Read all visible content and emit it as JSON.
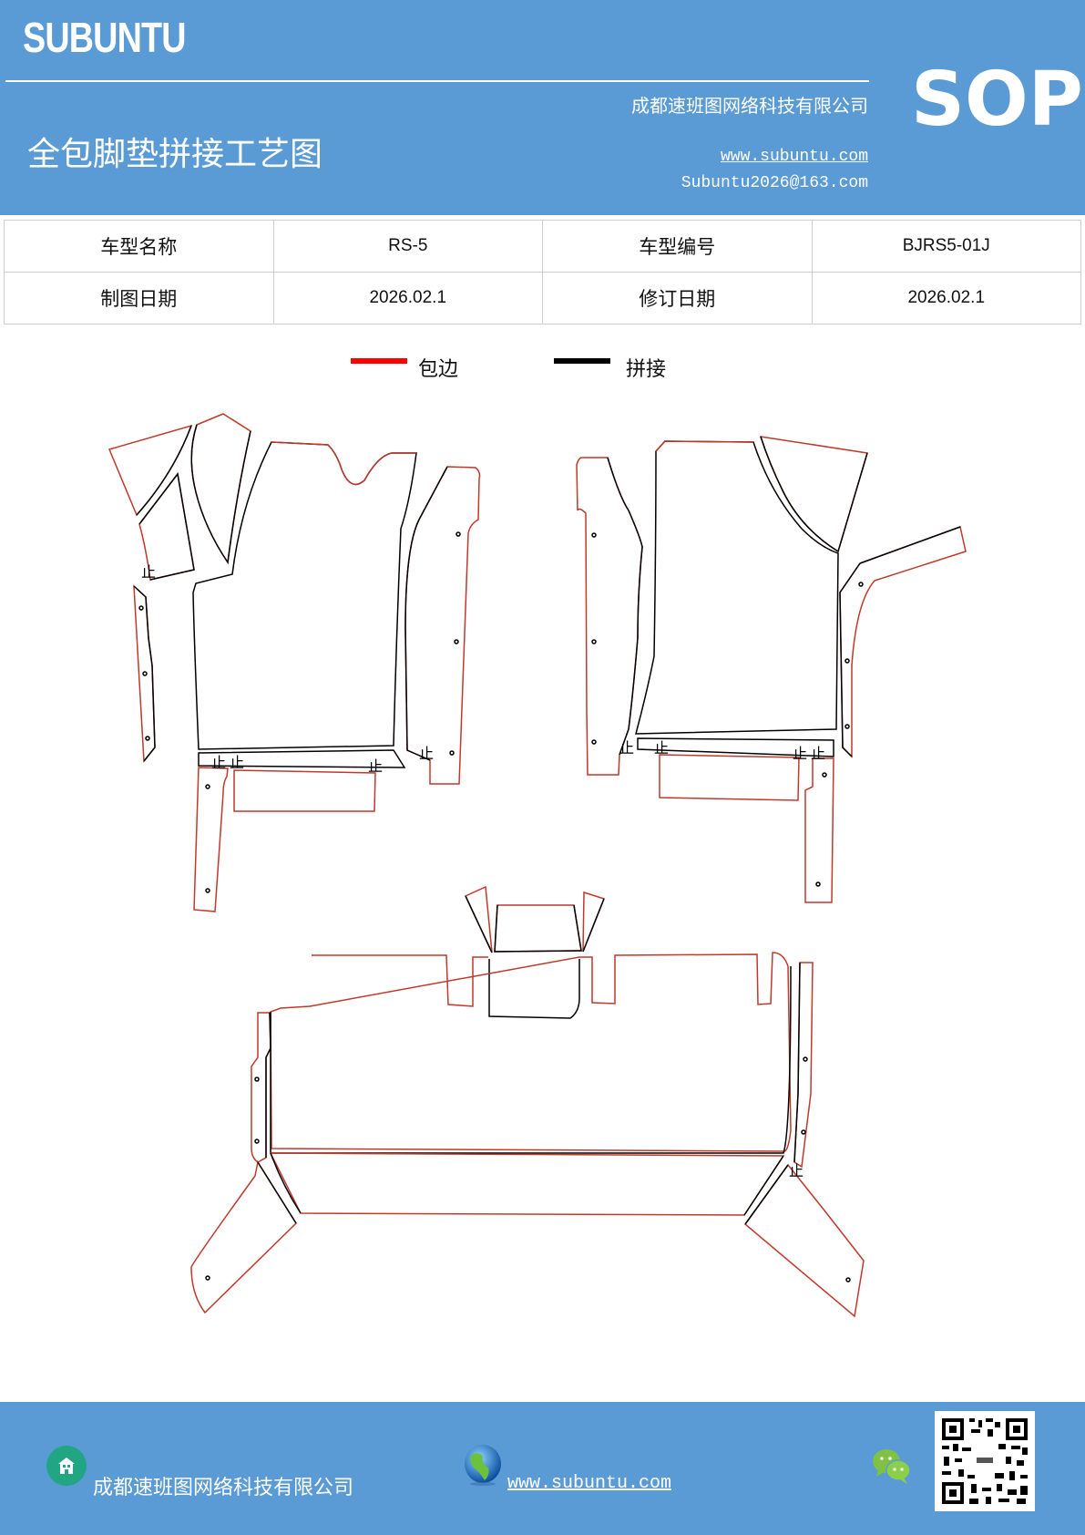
{
  "header": {
    "brand": "SUBUNTU",
    "title": "全包脚垫拼接工艺图",
    "company": "成都速班图网络科技有限公司",
    "website": "www.subuntu.com",
    "email": "Subuntu2026@163.com",
    "doc_type": "SOP",
    "background_color": "#5b9bd5"
  },
  "info_table": {
    "rows": [
      {
        "label1": "车型名称",
        "value1": "RS-5",
        "label2": "车型编号",
        "value2": "BJRS5-01J"
      },
      {
        "label1": "制图日期",
        "value1": "2026.02.1",
        "label2": "修订日期",
        "value2": "2026.02.1"
      }
    ]
  },
  "legend": {
    "items": [
      {
        "label": "包边",
        "color": "#ff0000"
      },
      {
        "label": "拼接",
        "color": "#000000"
      }
    ]
  },
  "diagram": {
    "groups": [
      "front-left-pieces",
      "front-right-pieces",
      "rear-pieces"
    ],
    "mark_glyph": "止",
    "edge_color": "#c0392b",
    "seam_color": "#000000"
  },
  "footer": {
    "company": "成都速班图网络科技有限公司",
    "website": "www.subuntu.com",
    "icons": [
      "building-icon",
      "globe-icon",
      "wechat-icon",
      "qr-code"
    ]
  }
}
